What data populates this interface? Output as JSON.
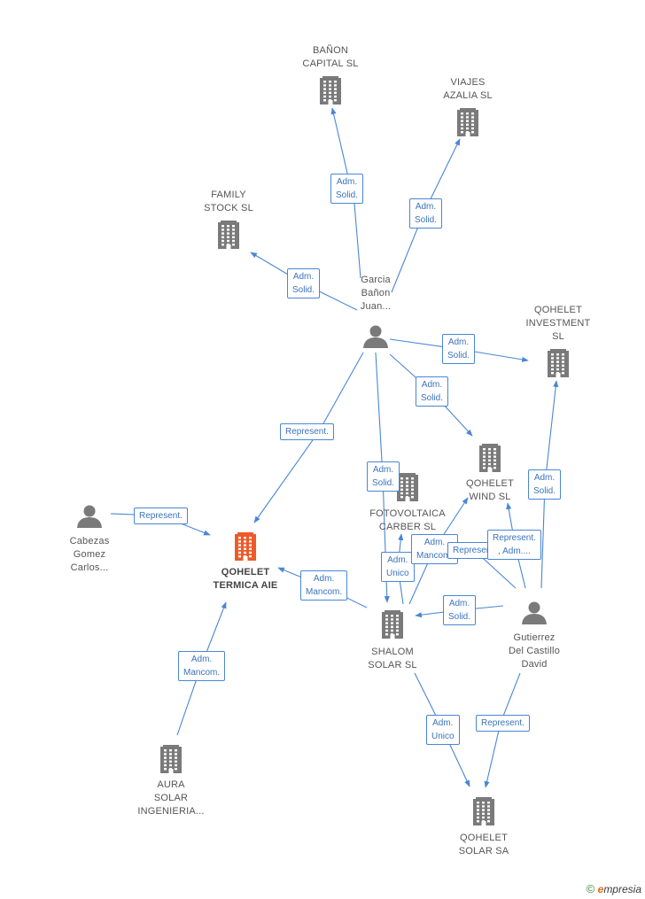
{
  "colors": {
    "edge": "#4a86d4",
    "node": "#7a7a7a",
    "focus": "#ee5a2a"
  },
  "nodes": [
    {
      "id": "banon",
      "kind": "company",
      "label": [
        "BAÑON",
        "CAPITAL SL"
      ],
      "icon": "building-icon"
    },
    {
      "id": "viajes",
      "kind": "company",
      "label": [
        "VIAJES",
        "AZALIA SL"
      ],
      "icon": "building-icon"
    },
    {
      "id": "family",
      "kind": "company",
      "label": [
        "FAMILY",
        "STOCK SL"
      ],
      "icon": "building-icon"
    },
    {
      "id": "garcia",
      "kind": "person",
      "label": [
        "Garcia",
        "Bañon",
        "Juan..."
      ],
      "icon": "person-icon"
    },
    {
      "id": "qinv",
      "kind": "company",
      "label": [
        "QOHELET",
        "INVESTMENT",
        "SL"
      ],
      "icon": "building-icon"
    },
    {
      "id": "qwind",
      "kind": "company",
      "label": [
        "QOHELET",
        "WIND  SL"
      ],
      "icon": "building-icon"
    },
    {
      "id": "foto",
      "kind": "company",
      "label": [
        "FOTOVOLTAICA",
        "CARBER SL"
      ],
      "icon": "building-icon"
    },
    {
      "id": "cabezas",
      "kind": "person",
      "label": [
        "Cabezas",
        "Gomez",
        "Carlos..."
      ],
      "icon": "person-icon"
    },
    {
      "id": "qtermica",
      "kind": "company",
      "focus": true,
      "label": [
        "QOHELET",
        "TERMICA AIE"
      ],
      "icon": "building-icon"
    },
    {
      "id": "shalom",
      "kind": "company",
      "label": [
        "SHALOM",
        "SOLAR SL"
      ],
      "icon": "building-icon"
    },
    {
      "id": "gutierrez",
      "kind": "person",
      "label": [
        "Gutierrez",
        "Del Castillo",
        "David"
      ],
      "icon": "person-icon"
    },
    {
      "id": "aura",
      "kind": "company",
      "label": [
        "AURA",
        "SOLAR",
        "INGENIERIA..."
      ],
      "icon": "building-icon"
    },
    {
      "id": "qsolar",
      "kind": "company",
      "label": [
        "QOHELET",
        "SOLAR SA"
      ],
      "icon": "building-icon"
    }
  ],
  "edges": [
    {
      "from": "garcia",
      "to": "banon",
      "label": [
        "Adm.",
        "Solid."
      ]
    },
    {
      "from": "garcia",
      "to": "viajes",
      "label": [
        "Adm.",
        "Solid."
      ]
    },
    {
      "from": "garcia",
      "to": "family",
      "label": [
        "Adm.",
        "Solid."
      ]
    },
    {
      "from": "garcia",
      "to": "qinv",
      "label": [
        "Adm.",
        "Solid."
      ]
    },
    {
      "from": "garcia",
      "to": "qwind",
      "label": [
        "Adm.",
        "Solid."
      ]
    },
    {
      "from": "garcia",
      "to": "qtermica",
      "label": [
        "Represent."
      ]
    },
    {
      "from": "garcia",
      "to": "shalom",
      "label": [
        "Adm.",
        "Solid."
      ]
    },
    {
      "from": "cabezas",
      "to": "qtermica",
      "label": [
        "Represent."
      ]
    },
    {
      "from": "shalom",
      "to": "qtermica",
      "label": [
        "Adm.",
        "Mancom."
      ]
    },
    {
      "from": "aura",
      "to": "qtermica",
      "label": [
        "Adm.",
        "Mancom."
      ]
    },
    {
      "from": "shalom",
      "to": "foto",
      "label": [
        "Adm.",
        "Unico"
      ]
    },
    {
      "from": "shalom",
      "to": "qwind",
      "label": [
        "Adm.",
        "Mancom."
      ]
    },
    {
      "from": "gutierrez",
      "to": "foto",
      "label": [
        "Represent."
      ]
    },
    {
      "from": "gutierrez",
      "to": "qwind",
      "label": [
        "Represent.",
        ", Adm...."
      ]
    },
    {
      "from": "gutierrez",
      "to": "qinv",
      "label": [
        "Adm.",
        "Solid."
      ]
    },
    {
      "from": "gutierrez",
      "to": "shalom",
      "label": [
        "Adm.",
        "Solid."
      ]
    },
    {
      "from": "gutierrez",
      "to": "qsolar",
      "label": [
        "Represent."
      ]
    },
    {
      "from": "shalom",
      "to": "qsolar",
      "label": [
        "Adm.",
        "Unico"
      ]
    }
  ],
  "brand": {
    "copyright": "©",
    "initial": "e",
    "rest": "mpresia"
  }
}
